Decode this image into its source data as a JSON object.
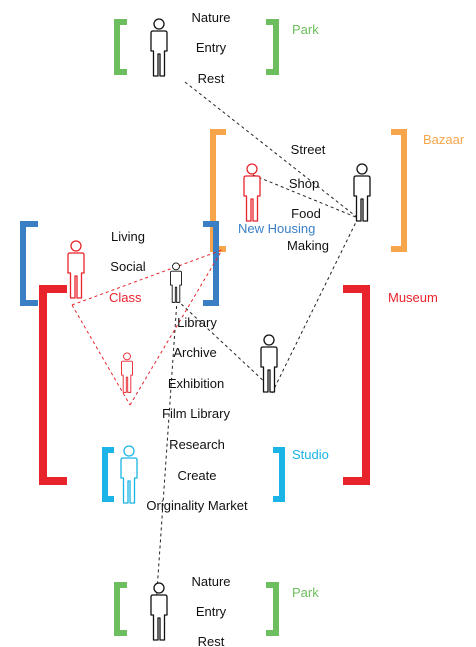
{
  "colors": {
    "park": "#6dbe5e",
    "bazaar": "#f6a54a",
    "new_housing": "#3a7fc4",
    "class": "#e8232c",
    "museum": "#e8232c",
    "studio": "#1ab4e6",
    "line": "#222222"
  },
  "zones": {
    "park_top": {
      "tag": "Park",
      "items": [
        "Nature",
        "Entry",
        "Rest"
      ]
    },
    "bazaar": {
      "tag": "Bazaar",
      "items": [
        "Street",
        "Shop",
        "Food",
        "Making"
      ]
    },
    "new_housing": {
      "tag": "New Housing",
      "items": [
        "Living",
        "Social"
      ]
    },
    "class": {
      "tag": "Class"
    },
    "museum": {
      "tag": "Museum",
      "items": [
        "Library",
        "Archive",
        "Exhibition",
        "Film Library"
      ]
    },
    "studio": {
      "tag": "Studio",
      "items": [
        "Research",
        "Create",
        "Originality Market"
      ]
    },
    "park_bottom": {
      "tag": "Park",
      "items": [
        "Nature",
        "Entry",
        "Rest"
      ]
    }
  },
  "icons": {
    "person": "person-icon"
  }
}
